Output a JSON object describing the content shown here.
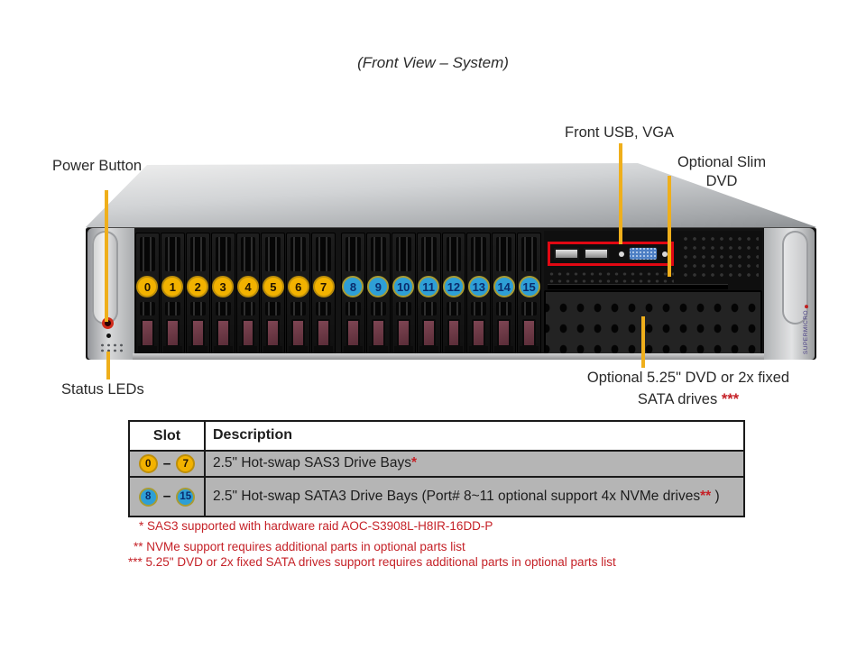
{
  "title": "(Front View – System)",
  "callouts": {
    "power_button": "Power Button",
    "front_usb_vga": "Front USB, VGA",
    "optional_slim_dvd": "Optional Slim DVD",
    "status_leds": "Status LEDs",
    "optional_dvd_line1": "Optional 5.25\" DVD or 2x fixed",
    "optional_dvd_line2": "SATA drives",
    "optional_dvd_mark": "***"
  },
  "server": {
    "brand": "SUPERMICRO",
    "bays": [
      {
        "num": "0",
        "color": "yellow"
      },
      {
        "num": "1",
        "color": "yellow"
      },
      {
        "num": "2",
        "color": "yellow"
      },
      {
        "num": "3",
        "color": "yellow"
      },
      {
        "num": "4",
        "color": "yellow"
      },
      {
        "num": "5",
        "color": "yellow"
      },
      {
        "num": "6",
        "color": "yellow"
      },
      {
        "num": "7",
        "color": "yellow"
      },
      {
        "num": "8",
        "color": "blue"
      },
      {
        "num": "9",
        "color": "blue"
      },
      {
        "num": "10",
        "color": "blue"
      },
      {
        "num": "11",
        "color": "blue"
      },
      {
        "num": "12",
        "color": "blue"
      },
      {
        "num": "13",
        "color": "blue"
      },
      {
        "num": "14",
        "color": "blue"
      },
      {
        "num": "15",
        "color": "blue"
      }
    ]
  },
  "table": {
    "headers": {
      "slot": "Slot",
      "description": "Description"
    },
    "rows": [
      {
        "from": "0",
        "to": "7",
        "dash": "–",
        "badge_color": "yellow",
        "desc": "2.5\" Hot-swap SAS3 Drive Bays",
        "mark": "*",
        "post": ""
      },
      {
        "from": "8",
        "to": "15",
        "dash": "–",
        "badge_color": "blue",
        "desc": "2.5\" Hot-swap SATA3 Drive Bays (Port# 8~11 optional support 4x NVMe drives",
        "mark": "**",
        "post": " )"
      }
    ]
  },
  "footnotes": [
    "* SAS3 supported with hardware raid AOC-S3908L-H8IR-16DD-P",
    "** NVMe support requires additional parts in optional parts list",
    "*** 5.25\" DVD or 2x fixed SATA drives support requires additional parts in optional parts list"
  ],
  "colors": {
    "callout_line": "#EFAF1B",
    "footnote_red": "#C52127",
    "io_box_red": "#E10813",
    "badge_yellow": "#F2B200",
    "badge_blue": "#2E9FD6",
    "table_row_gray": "#B5B5B5"
  }
}
